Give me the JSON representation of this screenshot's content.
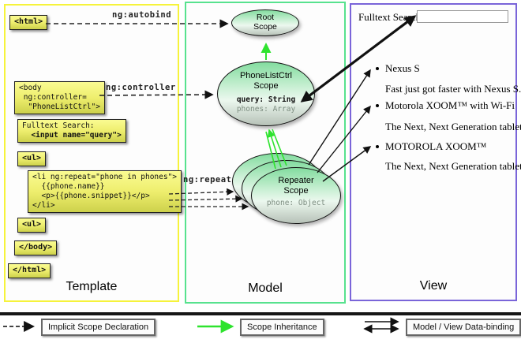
{
  "template_column": {
    "title": "Template",
    "boxes": [
      {
        "id": "html-open",
        "lines": [
          "<html>"
        ]
      },
      {
        "id": "body-open",
        "lines": [
          "<body",
          " ng:controller=",
          "  \"PhoneListCtrl\">"
        ]
      },
      {
        "id": "fulltext",
        "lines": [
          "Fulltext Search:",
          "  <input name=\"query\">"
        ]
      },
      {
        "id": "ul-open",
        "lines": [
          "<ul>"
        ]
      },
      {
        "id": "li-repeat",
        "lines": [
          "<li ng:repeat=\"phone in phones\">",
          "  {{phone.name}}",
          "  <p>{{phone.snippet}}</p>",
          "</li>"
        ]
      },
      {
        "id": "ul-close",
        "lines": [
          "<ul>"
        ]
      },
      {
        "id": "body-close",
        "lines": [
          "</body>"
        ]
      },
      {
        "id": "html-close",
        "lines": [
          "</html>"
        ]
      }
    ]
  },
  "arrow_labels": {
    "autobind": "ng:autobind",
    "controller": "ng:controller",
    "repeat": "ng:repeat"
  },
  "model_column": {
    "title": "Model",
    "root_scope": {
      "line1": "Root",
      "line2": "Scope"
    },
    "phonelist_scope": {
      "line1": "PhoneListCtrl",
      "line2": "Scope",
      "prop1": "query: String",
      "prop2": "phones: Array"
    },
    "repeater_scope": {
      "line1": "Repeater",
      "line2": "Scope",
      "prop1": "phone: Object"
    }
  },
  "view_column": {
    "title": "View",
    "search_label": "Fulltext Search:",
    "input_value": "",
    "items": [
      {
        "name": "Nexus S",
        "desc": "Fast just got faster with Nexus S."
      },
      {
        "name": "Motorola XOOM™ with Wi-Fi",
        "desc": "The Next, Next Generation tablet."
      },
      {
        "name": "MOTOROLA XOOM™",
        "desc": "The Next, Next Generation tablet."
      }
    ]
  },
  "legend": {
    "implicit": "Implicit Scope Declaration",
    "inheritance": "Scope Inheritance",
    "databinding": "Model / View Data-binding"
  },
  "colors": {
    "template_border": "#f6f33b",
    "model_border": "#57e28e",
    "view_border": "#7a65d9",
    "scope_green_top": "#83dc9f",
    "yellow_box_top": "#fafb92",
    "yellow_box_bottom": "#cdd14b",
    "inheritance_arrow": "#2ee32e",
    "binding_arrow": "#111111"
  }
}
